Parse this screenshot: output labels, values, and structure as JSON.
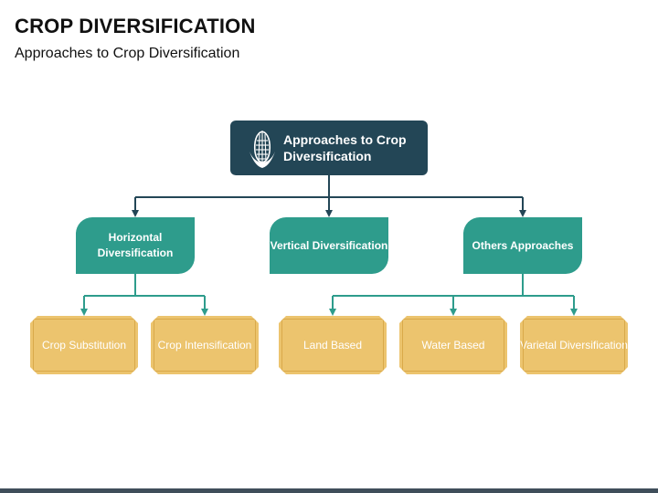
{
  "title": "CROP DIVERSIFICATION",
  "subtitle": "Approaches to Crop Diversification",
  "root": {
    "label": "Approaches to Crop Diversification",
    "icon": "corn-icon"
  },
  "level2": [
    {
      "label": "Horizontal Diversification"
    },
    {
      "label": "Vertical Diversification"
    },
    {
      "label": "Others Approaches"
    }
  ],
  "level3": [
    {
      "label": "Crop Substitution",
      "parent": "Horizontal Diversification"
    },
    {
      "label": "Crop Intensification",
      "parent": "Horizontal Diversification"
    },
    {
      "label": "Land Based",
      "parent": "Others Approaches"
    },
    {
      "label": "Water Based",
      "parent": "Others Approaches"
    },
    {
      "label": "Varietal Diversification",
      "parent": "Others Approaches"
    }
  ],
  "colors": {
    "root": "#234656",
    "level2": "#2e9c8c",
    "level3": "#ecc46e",
    "connector_root": "#234656",
    "connector_child": "#2e9c8c"
  }
}
